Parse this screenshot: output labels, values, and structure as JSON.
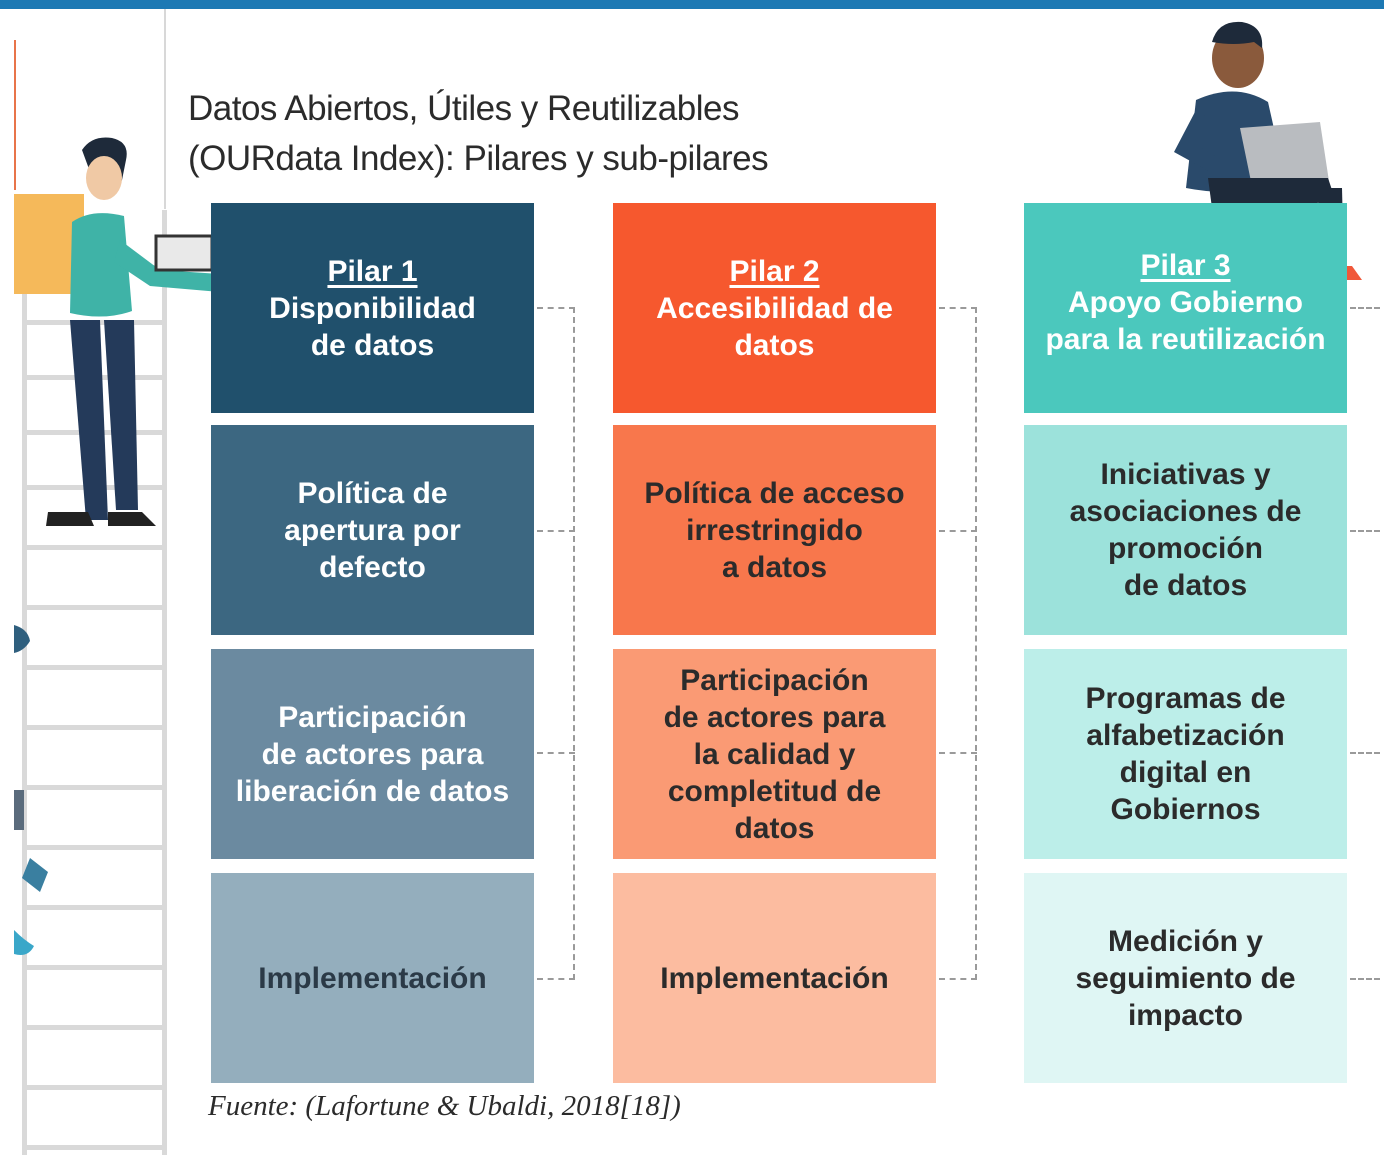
{
  "title": {
    "line1": "Datos Abiertos, Útiles y Reutilizables",
    "line2": "(OURdata Index): Pilares y sub-pilares"
  },
  "pillars": [
    {
      "label": "Pilar 1",
      "name": "Disponibilidad\nde datos",
      "colors": [
        "#20506c",
        "#3c6781",
        "#6b8aa0",
        "#94aebd"
      ],
      "subpillars": [
        "Política de\napertura por\ndefecto",
        "Participación\nde actores para\nliberación de datos",
        "Implementación"
      ]
    },
    {
      "label": "Pilar 2",
      "name": "Accesibilidad de\ndatos",
      "colors": [
        "#f6582e",
        "#f8774c",
        "#fa9a74",
        "#fcbca0"
      ],
      "subpillars": [
        "Política de acceso\nirrestringido\na datos",
        "Participación\nde actores para\nla calidad y\ncompletitud de\ndatos",
        "Implementación"
      ]
    },
    {
      "label": "Pilar 3",
      "name": "Apoyo Gobierno\npara la reutilización",
      "colors": [
        "#4bc8bd",
        "#9ce2db",
        "#bceee9",
        "#dff6f4"
      ],
      "subpillars": [
        "Iniciativas y\nasociaciones de\npromoción\nde datos",
        "Programas de\nalfabetización\ndigital en\nGobiernos",
        "Medición y\nseguimiento de\nimpacto"
      ]
    }
  ],
  "source": "Fuente: (Lafortune & Ubaldi, 2018[18])"
}
